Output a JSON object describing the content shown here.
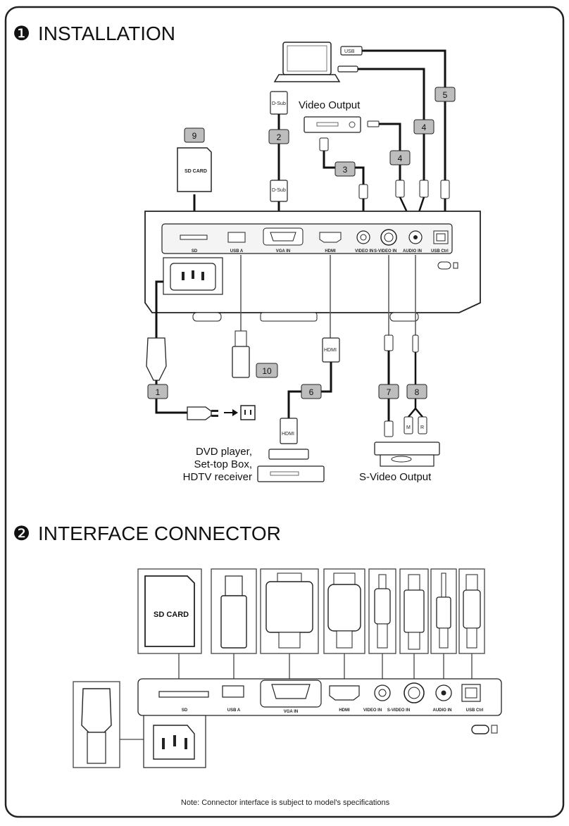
{
  "colors": {
    "frame": "#222222",
    "cable": "#111111",
    "tag_fill": "#bdbdbd",
    "panel_fill": "#f4f4f4",
    "line": "#555555"
  },
  "sections": [
    {
      "number": "❶",
      "title": "INSTALLATION"
    },
    {
      "number": "❷",
      "title": "INTERFACE CONNECTOR"
    }
  ],
  "installation": {
    "ports": [
      "SD",
      "USB A",
      "VGA IN",
      "HDMI",
      "VIDEO IN",
      "S-VIDEO IN",
      "AUDIO IN",
      "USB Ctrl"
    ],
    "plug_labels": {
      "dsub_top": "D-Sub",
      "dsub_bottom": "D-Sub",
      "usb": "USB",
      "hdmi_top": "HDMI",
      "hdmi_bottom": "HDMI",
      "audio_m": "M",
      "audio_r": "R"
    },
    "sd_card_label": "SD CARD",
    "cable_numbers": [
      "1",
      "2",
      "3",
      "4",
      "4",
      "5",
      "6",
      "7",
      "8",
      "9",
      "10"
    ],
    "device_labels": {
      "video_output": "Video Output",
      "dvd_line1": "DVD player,",
      "dvd_line2": "Set-top Box,",
      "dvd_line3": "HDTV receiver",
      "svideo_output": "S-Video Output"
    }
  },
  "interface": {
    "ports": [
      "SD",
      "USB A",
      "VGA IN",
      "HDMI",
      "VIDEO IN",
      "S-VIDEO IN",
      "AUDIO IN",
      "USB Ctrl"
    ],
    "sd_card_label": "SD CARD"
  },
  "note": "Note: Connector interface is subject to model's specifications"
}
